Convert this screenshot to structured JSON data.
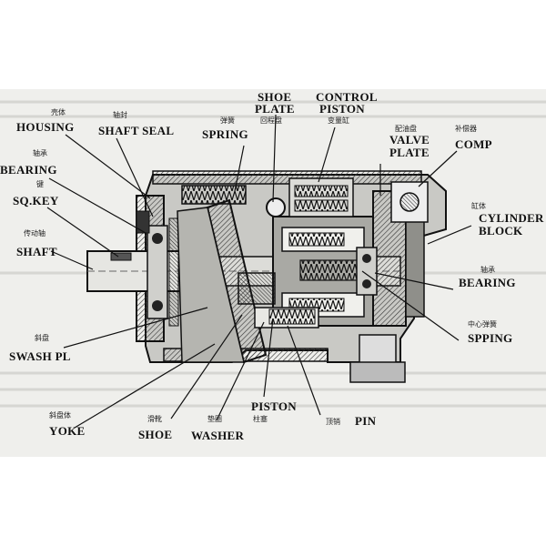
{
  "labels": {
    "housing": {
      "cn": "壳体",
      "en": "HOUSING"
    },
    "shaft_seal": {
      "cn": "轴封",
      "en": "SHAFT SEAL"
    },
    "spring_top": {
      "cn": "弹簧",
      "en": "SPRING"
    },
    "shoe_plate": {
      "en1": "SHOE",
      "en2": "PLATE",
      "cn": "回程盘"
    },
    "control_piston": {
      "en1": "CONTROL",
      "en2": "PISTON",
      "cn": "变量缸"
    },
    "valve_plate": {
      "cn": "配油盘",
      "en1": "VALVE",
      "en2": "PLATE"
    },
    "comp": {
      "cn": "补偿器",
      "en": "COMP"
    },
    "bearing_left": {
      "cn": "轴承",
      "en": "BEARING"
    },
    "sq_key": {
      "cn": "键",
      "en": "SQ.KEY"
    },
    "shaft": {
      "cn": "传动轴",
      "en": "SHAFT"
    },
    "cylinder_block": {
      "cn": "缸体",
      "en1": "CYLINDER",
      "en2": "BLOCK"
    },
    "bearing_right": {
      "cn": "轴承",
      "en": "BEARING"
    },
    "spping": {
      "cn": "中心弹簧",
      "en": "SPPING"
    },
    "swash_pl": {
      "cn": "斜盘",
      "en": "SWASH PL"
    },
    "yoke": {
      "cn": "斜盘体",
      "en": "YOKE"
    },
    "shoe": {
      "cn": "滑靴",
      "en": "SHOE"
    },
    "washer": {
      "cn": "垫圈",
      "en": "WASHER"
    },
    "piston": {
      "en": "PISTON",
      "cn": "柱塞"
    },
    "pin": {
      "cn": "顶销",
      "en": "PIN"
    }
  },
  "colors": {
    "paper": "#efefec",
    "ink": "#111111",
    "metal_dark": "#2a2a2a",
    "metal_mid": "#6a6a6a",
    "metal_light": "#b9b9b6",
    "background": "#ffffff"
  }
}
